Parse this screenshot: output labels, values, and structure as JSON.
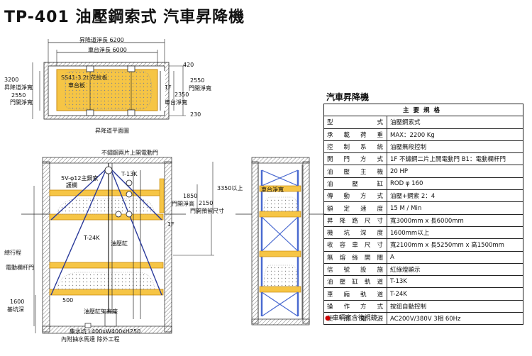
{
  "title": "TP-401  油壓鋼索式  汽車昇降機",
  "plan": {
    "dim_shaft_width": "昇降道淨長 6200",
    "dim_car_width": "車台淨長 6000",
    "dim_420": "420",
    "dim_3200": "3200",
    "shaft_depth": "昇降道淨寬",
    "dim_2550_left": "2550",
    "door_width_left": "門開淨寬",
    "car_plate_line1": "SS41-3.2t 花紋板",
    "car_plate_line2": "車台板",
    "floor_1f": "1F",
    "dim_2350": "2350",
    "car_width": "車台淨寬",
    "dim_2550_right": "2550",
    "door_width_right": "門開淨寬",
    "dim_230": "230",
    "caption": "昇降道平面圖"
  },
  "section": {
    "door_top": "不鏽鋼兩片上開電動門",
    "rope_line1": "5V-φ12主鋼索",
    "rope_line2": "護欄",
    "t13k": "T-13K",
    "dim_1850": "1850",
    "door_clear_height": "門開淨高",
    "dim_3350": "3350以上",
    "dim_2150": "2150",
    "door_reserved": "門開預留尺寸",
    "floor_1f": "1F",
    "t24k": "T-24K",
    "cylinder": "油壓缸",
    "total_travel": "總行程",
    "electric_rail_door": "電動欄杆門",
    "dim_1600": "1600",
    "pit_depth": "基坑深",
    "dim_500": "500",
    "cylinder_frame": "油壓缸架高座",
    "sump_line1": "集水坑 L400xW400xH250",
    "sump_line2": "內附抽水馬達 除外工程",
    "car_deck": "車台淨寬"
  },
  "spec": {
    "title": "汽車昇降機",
    "header": "主要規格",
    "rows": [
      {
        "k": "型式",
        "v": "油壓鋼索式"
      },
      {
        "k": "承載荷重",
        "v": "MAX：2200 Kg"
      },
      {
        "k": "控制系統",
        "v": "油壓無段控制"
      },
      {
        "k": "開門方式",
        "v": "1F 不鏽鋼二片上開電動門   B1：電動欄杆門"
      },
      {
        "k": "油壓主機",
        "v": "20 HP"
      },
      {
        "k": "油壓缸",
        "v": "ROD φ 160"
      },
      {
        "k": "傳動方式",
        "v": "油壓+鋼索  2：4"
      },
      {
        "k": "額定速度",
        "v": "15 M / Min"
      },
      {
        "k": "昇降路尺寸",
        "v": "寬3000mm x 長6000mm"
      },
      {
        "k": "機坑深度",
        "v": "1600mm以上"
      },
      {
        "k": "收容車尺寸",
        "v": "寬2100mm x 長5250mm x 高1500mm"
      },
      {
        "k": "無熔絲開關",
        "v": "A"
      },
      {
        "k": "信號設施",
        "v": "紅綠燈顯示"
      },
      {
        "k": "油壓缸軌道",
        "v": "T-13K"
      },
      {
        "k": "車廂軌道",
        "v": "T-24K"
      },
      {
        "k": "操作方式",
        "v": "按鈕自動控制"
      },
      {
        "k": "使用電源",
        "v": "AC200V/380V 3相 60Hz"
      }
    ],
    "note": "車輛寬含後視鏡"
  },
  "colors": {
    "deck_yellow": "#f6c545",
    "rail_orange": "#f0a020",
    "cable_blue": "#2a3a9a",
    "frame_blue": "#4a6ad0",
    "line": "#222222"
  }
}
